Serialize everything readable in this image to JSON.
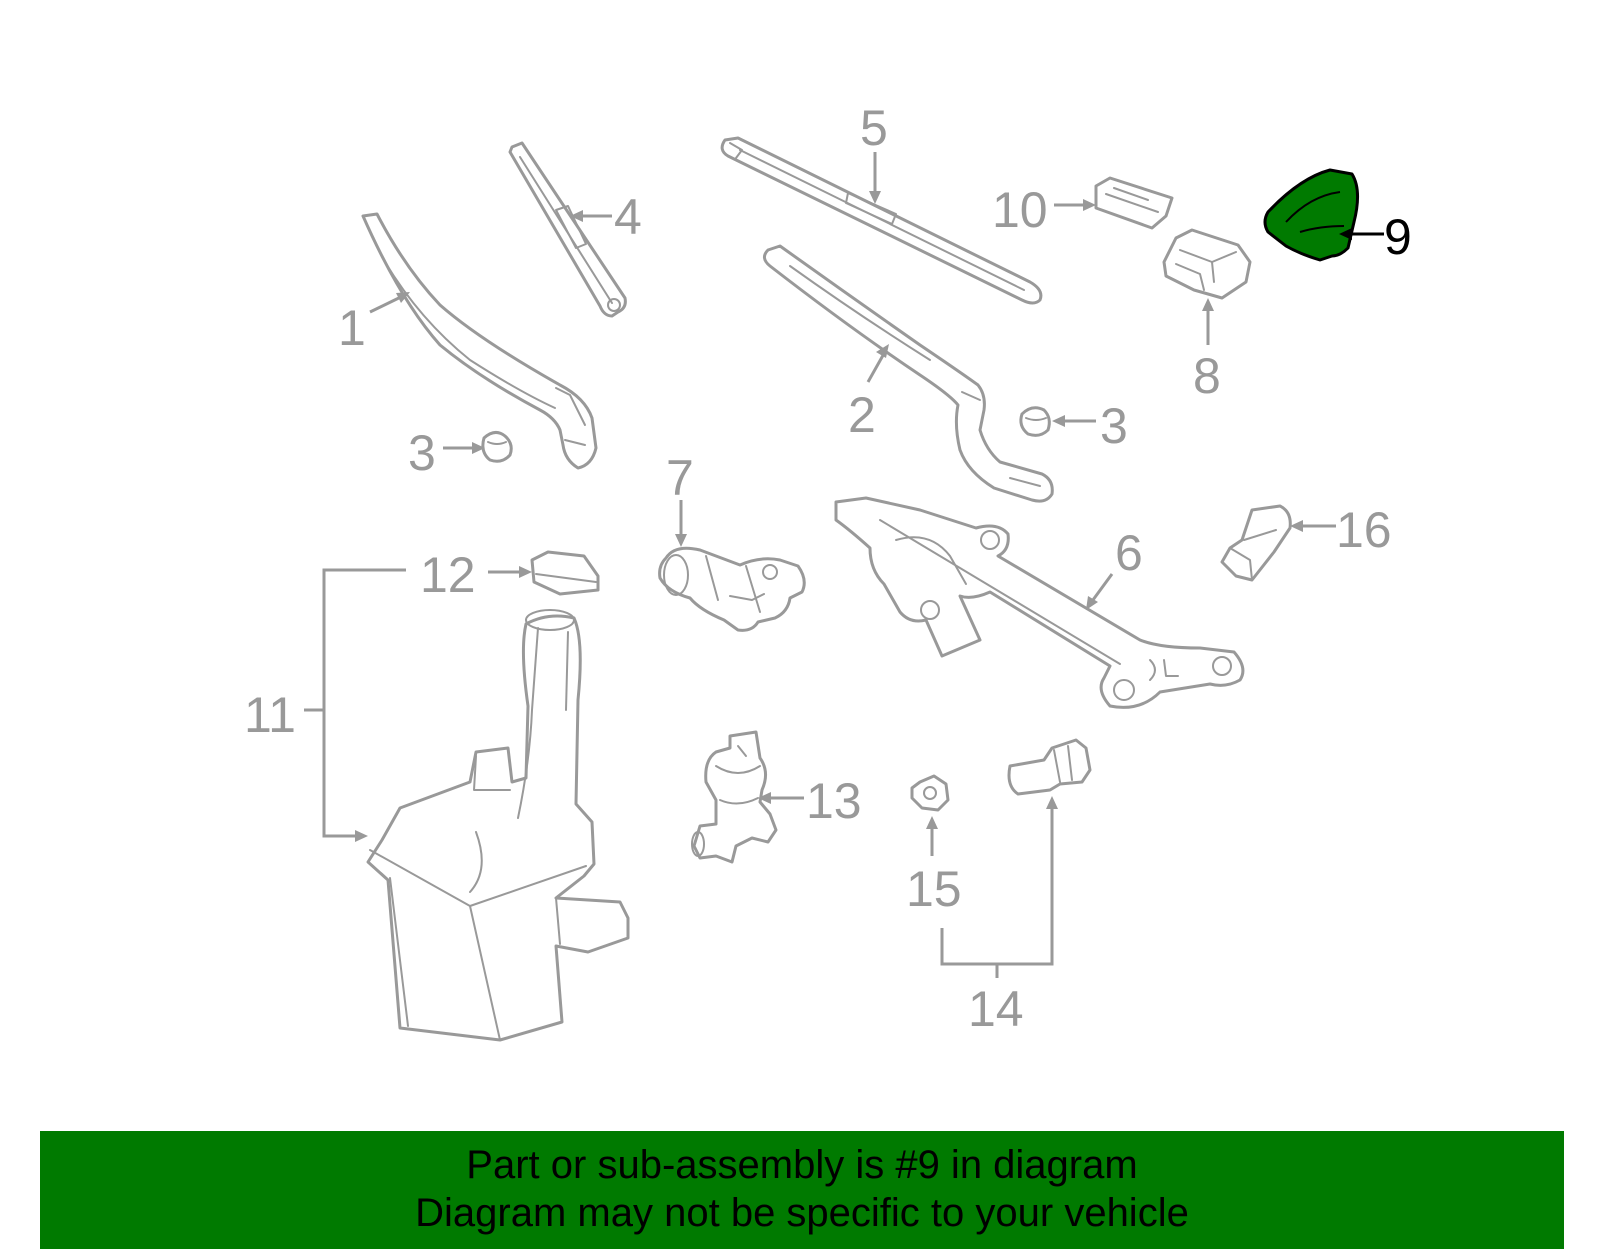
{
  "diagram": {
    "highlighted_part": "9",
    "highlight_color": "#007a00",
    "part_line_color": "#999999",
    "callouts": {
      "c1": "1",
      "c2": "2",
      "c3a": "3",
      "c3b": "3",
      "c4": "4",
      "c5": "5",
      "c6": "6",
      "c7": "7",
      "c8": "8",
      "c9": "9",
      "c10": "10",
      "c11": "11",
      "c12": "12",
      "c13": "13",
      "c14": "14",
      "c15": "15",
      "c16": "16"
    }
  },
  "footer": {
    "background_color": "#007a00",
    "line1": "Part or sub-assembly is #9 in diagram",
    "line2": "Diagram may not be specific to your vehicle"
  }
}
